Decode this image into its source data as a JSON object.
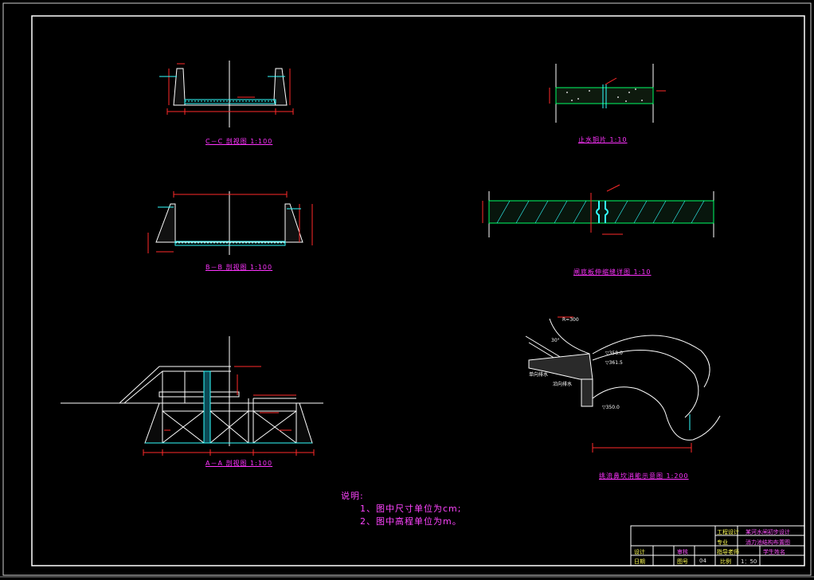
{
  "view_titles": {
    "cc": "C－C 剖视图 1:100",
    "bb": "B－B 剖视图 1:100",
    "aa": "A－A 剖视图 1:100",
    "waterstop": "止水铜片 1:10",
    "joint": "闸底板伸缩缝详图 1:10",
    "spillway": "挑流鼻坎消能示意图 1:200"
  },
  "notes": {
    "heading": "说明:",
    "line1": "1、图中尺寸单位为cm;",
    "line2": "2、图中高程单位为m。"
  },
  "spillway_labels": {
    "elev1": "▽358.0",
    "elev2": "▽361.5",
    "elev3": "▽350.0",
    "radius": "R=300",
    "angle": "30°",
    "label1": "单向排水",
    "label2": "沿向排水"
  },
  "title_block": {
    "school": "工程设计",
    "project": "某河水闸初步设计",
    "drawing": "消力池结构布置图",
    "r1c1": "设计",
    "r1c2": "审核",
    "r2c1": "日期",
    "r2c2": "图号",
    "r2c3": "04",
    "r2c4": "比例",
    "r2c5": "1：50",
    "c1": "专业",
    "c2": "指导老师",
    "c3": "学生姓名"
  },
  "colors": {
    "background": "#000000",
    "frame": "#ffffff",
    "structure": "#00e5e5",
    "dimension": "#ff2a2a",
    "label": "#ff33ff",
    "concrete": "#00ff66"
  }
}
